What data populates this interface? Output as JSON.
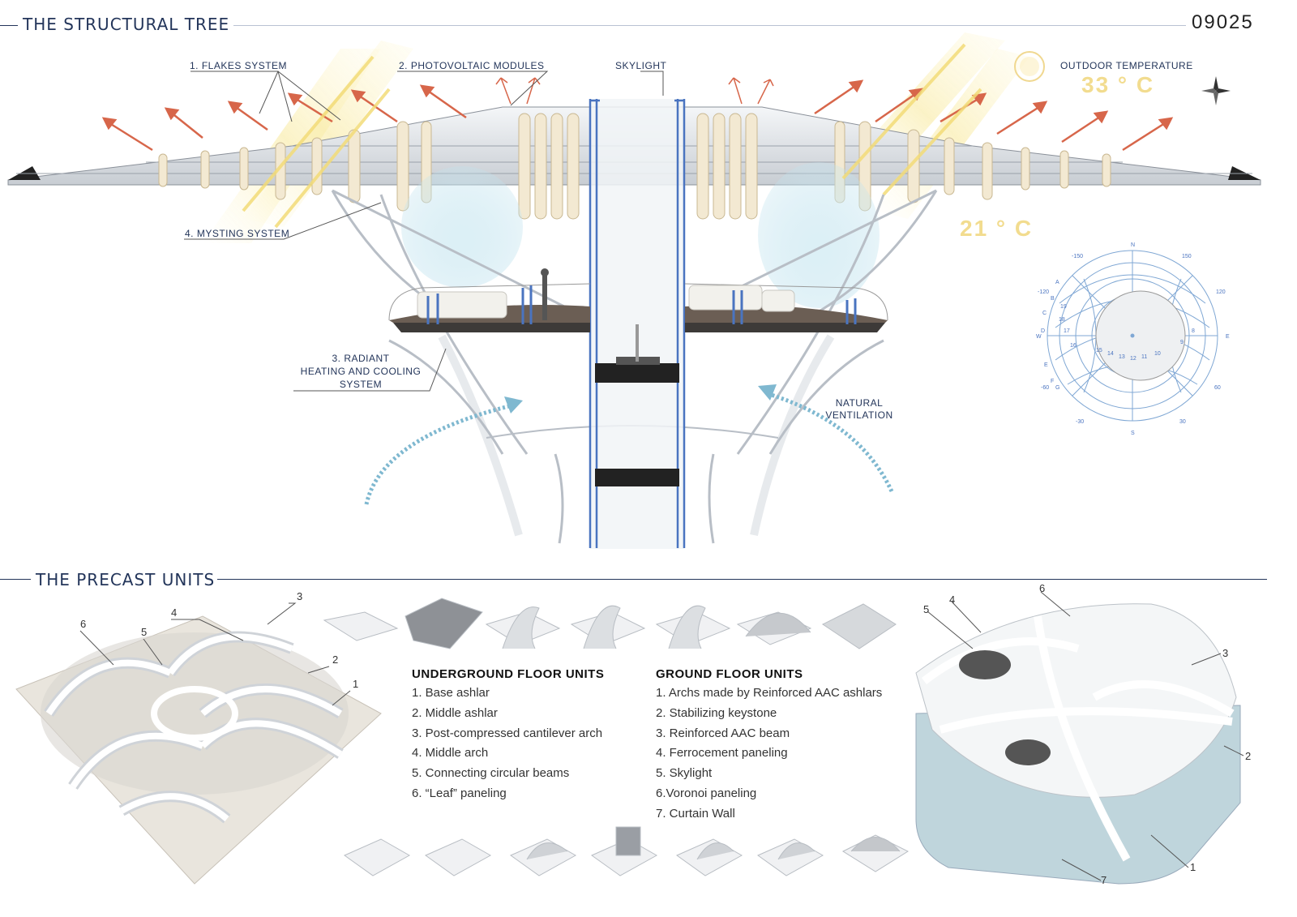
{
  "header": {
    "section1_title": "THE STRUCTURAL TREE",
    "project_code": "09025"
  },
  "tree_labels": {
    "flakes": "1. FLAKES SYSTEM",
    "photovoltaic": "2. PHOTOVOLTAIC MODULES",
    "skylight": "SKYLIGHT",
    "outdoor_temp_label": "OUTDOOR TEMPERATURE",
    "outdoor_temp_value": "33 ° C",
    "indoor_temp_value": "21 ° C",
    "mysting": "4. MYSTING SYSTEM",
    "radiant_line1": "3. RADIANT",
    "radiant_line2": "HEATING AND COOLING",
    "radiant_line3": "SYSTEM",
    "ventilation_line1": "NATURAL",
    "ventilation_line2": "VENTILATION"
  },
  "sun_path": {
    "cardinals": [
      "N",
      "E",
      "S",
      "W"
    ],
    "azimuths": [
      "-150",
      "150",
      "-120",
      "120",
      "60",
      "-60",
      "-30",
      "30"
    ],
    "months": [
      "A",
      "B",
      "C",
      "D",
      "E",
      "F",
      "G"
    ],
    "hours": [
      "19",
      "18",
      "17",
      "16",
      "8",
      "9",
      "10",
      "11",
      "12",
      "13",
      "14",
      "15"
    ]
  },
  "precast": {
    "section2_title": "THE PRECAST UNITS",
    "underground_title": "UNDERGROUND FLOOR UNITS",
    "underground_items": [
      "1. Base ashlar",
      "2. Middle ashlar",
      "3. Post-compressed cantilever arch",
      "4. Middle arch",
      "5. Connecting circular beams",
      "6. “Leaf” paneling"
    ],
    "ground_title": "GROUND FLOOR UNITS",
    "ground_items": [
      "1. Archs made by Reinforced AAC ashlars",
      "2. Stabilizing keystone",
      "3. Reinforced AAC beam",
      "4. Ferrocement paneling",
      "5. Skylight",
      "6.Voronoi paneling",
      "7. Curtain Wall"
    ],
    "left_callouts": [
      "6",
      "5",
      "4",
      "3",
      "2",
      "1"
    ],
    "right_callouts": [
      "5",
      "4",
      "6",
      "3",
      "2",
      "1",
      "7"
    ]
  },
  "colors": {
    "navy": "#23355a",
    "arrow_red": "#d7664a",
    "sun_yellow": "#f5e27a",
    "mist_blue": "#bfe2ee",
    "column_blue": "#4a74c0",
    "ventilation_blue": "#7fb8d0"
  }
}
